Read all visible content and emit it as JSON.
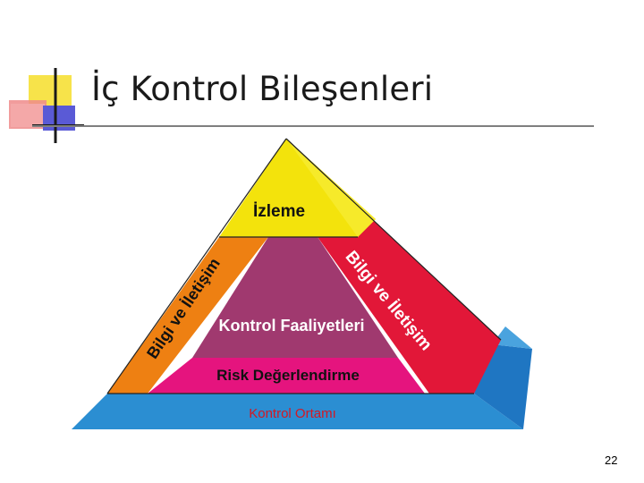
{
  "slide": {
    "title": "İç Kontrol Bileşenleri",
    "page_number": "22"
  },
  "pyramid": {
    "top": "İzleme",
    "middle": "Kontrol Faaliyetleri",
    "lower": "Risk Değerlendirme",
    "base": "Kontrol Ortamı",
    "left_side": "Bilgi ve İletişim",
    "right_side": "Bilgi ve İletişim"
  },
  "colors": {
    "izleme": "#f3e30c",
    "kontrol_faaliyetleri": "#a0396f",
    "risk": "#e5147e",
    "kontrol_ortami": "#2b8ed2",
    "left_face": "#ee8012",
    "right_face": "#e21738",
    "right_base": "#1f76c2",
    "title_rule": "#7f7f7f"
  }
}
